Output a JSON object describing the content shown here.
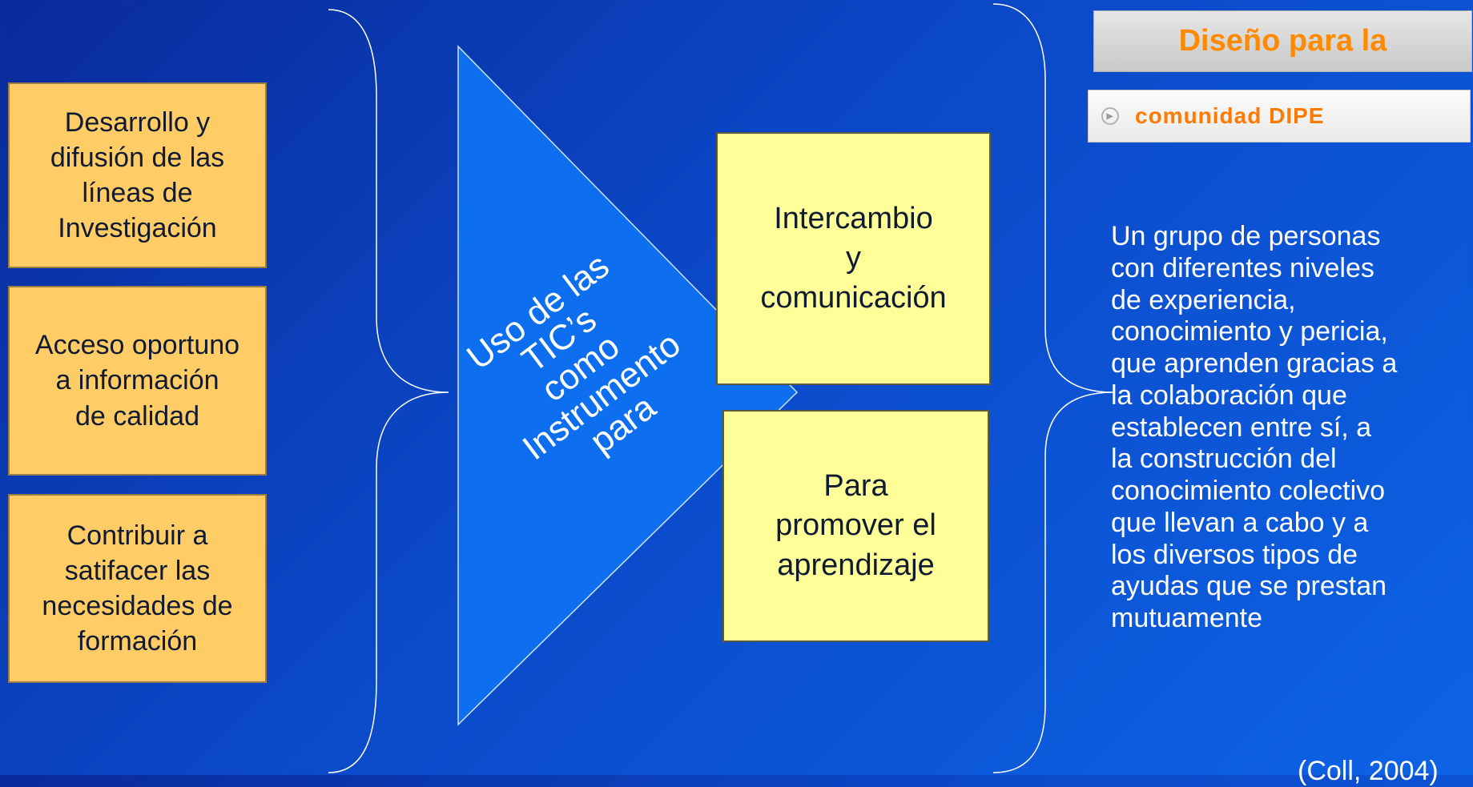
{
  "left_boxes": [
    {
      "text": "Desarrollo y\ndifusión de las\nlíneas de\nInvestigación"
    },
    {
      "text": "Acceso oportuno\na  información\nde calidad"
    },
    {
      "text": "Contribuir a\nsatifacer las\nnecesidades de\nformación"
    }
  ],
  "triangle": {
    "label": "Uso de las\nTIC’s\ncomo\nInstrumento\npara"
  },
  "middle_boxes": [
    {
      "text": "Intercambio\ny\ncomunicación"
    },
    {
      "text": "Para\npromover el\naprendizaje"
    }
  ],
  "right_panel": {
    "header": "Diseño para la",
    "bar_label": "comunidad DIPE",
    "bar_icon": "arrow-circle-icon",
    "definition": "Un grupo de personas\ncon diferentes niveles\nde experiencia,\nconocimiento y pericia,\nque aprenden gracias a\nla colaboración que\nestablecen entre sí, a\nla construcción del\nconocimiento colectivo\nque llevan a cabo y a\nlos diversos tipos de\nayudas que se prestan\nmutuamente",
    "citation": "(Coll, 2004)"
  },
  "colors": {
    "background": "#0b46c4",
    "triangle": "#0d6ef0",
    "left_box": "#ffcc66",
    "middle_box": "#ffff99",
    "header_text": "#ff8a00"
  }
}
